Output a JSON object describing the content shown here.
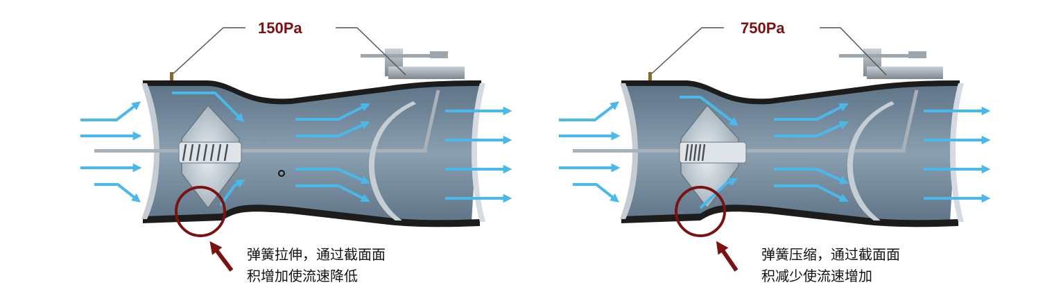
{
  "left_panel": {
    "pressure_label": "150Pa",
    "note_line1": "弹簧拉伸，通过截面面",
    "note_line2": "积增加使流速降低"
  },
  "right_panel": {
    "pressure_label": "750Pa",
    "note_line1": "弹簧压缩，通过截面面",
    "note_line2": "积减少使流速增加"
  },
  "colors": {
    "label_red": "#7a1212",
    "flow_arrow": "#49b8ea",
    "duct_fill": "#6f8699"
  }
}
